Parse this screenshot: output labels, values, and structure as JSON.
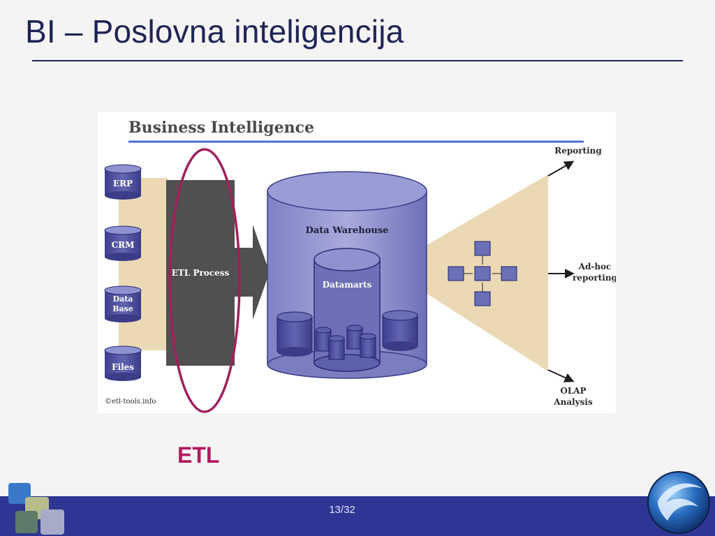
{
  "slide": {
    "title": "BI – Poslovna inteligencija",
    "highlight_label": "ETL",
    "page_number": "13/32"
  },
  "diagram": {
    "title": "Business Intelligence",
    "sources": [
      "ERP",
      "CRM",
      "Data Base",
      "Files"
    ],
    "etl_process": "ETL Process",
    "warehouse": "Data Warehouse",
    "datamarts": "Datamarts",
    "outputs": [
      "Reporting",
      "Ad-hoc reporting",
      "OLAP Analysis"
    ],
    "credit": "©etl-tools.info"
  },
  "colors": {
    "title_text": "#1e2455",
    "highlight": "#b0195f",
    "footer": "#2e3592",
    "funnel": "#ead9b4",
    "cylinder": "#6b6fb6",
    "etl_block": "#505050"
  }
}
